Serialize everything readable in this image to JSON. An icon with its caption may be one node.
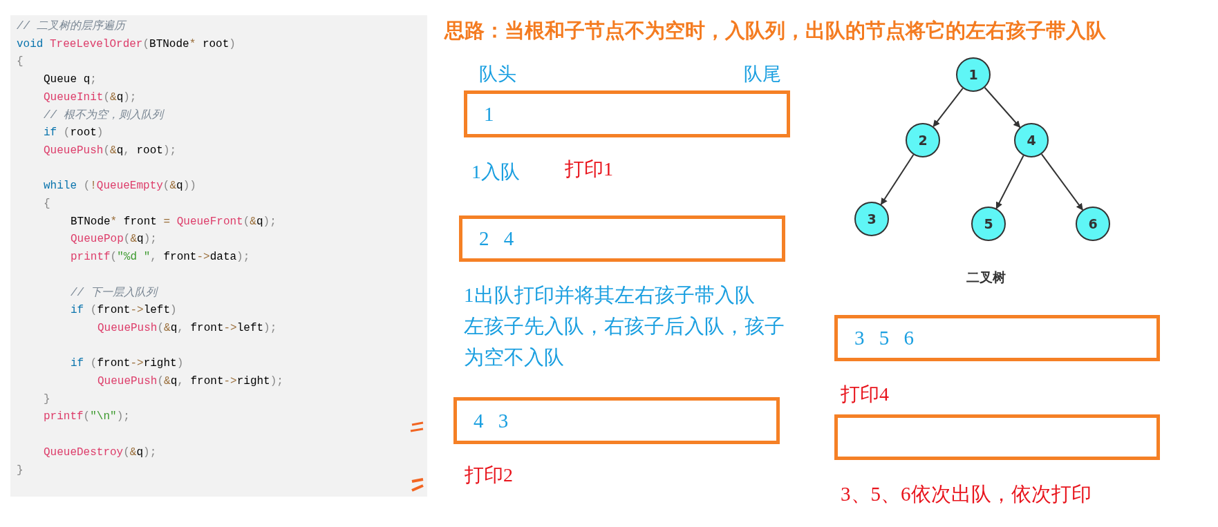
{
  "diagram": {
    "title": "思路：当根和子节点不为空时，入队列，出队的节点将它的左右孩子带入队",
    "nodes": [
      {
        "text": [
          "1"
        ]
      },
      {
        "text": [
          "2 4"
        ]
      },
      {
        "text": [
          "4 3"
        ]
      },
      {
        "text": [
          "1"
        ]
      },
      {
        "text": [
          "2"
        ]
      },
      {
        "text": [
          "4"
        ]
      },
      {
        "text": [
          "3"
        ]
      },
      {
        "text": [
          "5"
        ]
      },
      {
        "text": [
          "6"
        ]
      },
      {
        "text": [
          "3 5 6"
        ]
      },
      {
        "text": [],
        "shape": "box"
      }
    ],
    "edges": [
      {
        "from": 3,
        "to": 4,
        "arrow": "to"
      },
      {
        "from": 3,
        "to": 5,
        "arrow": "to"
      },
      {
        "from": 4,
        "to": 6,
        "arrow": "to"
      },
      {
        "from": 5,
        "to": 7,
        "arrow": "to"
      },
      {
        "from": 5,
        "to": 8,
        "arrow": "to"
      }
    ],
    "labels": [
      "// 二叉树的层序遍历",
      "void TreeLevelOrder(BTNode* root)",
      "{",
      "Queue q;",
      "QueueInit(&q);",
      "// 根不为空，则入队列",
      "if (root)",
      "QueuePush(&q, root);",
      "while (!QueueEmpty(&q))",
      "{",
      "BTNode* front = QueueFront(&q);",
      "QueuePop(&q);",
      "printf(\"%d \", front->data);",
      "// 下一层入队列",
      "if (front->left)",
      "QueuePush(&q, front->left);",
      "if (front->right)",
      "QueuePush(&q, front->right);",
      "}",
      "printf(\"\\n\");",
      "QueueDestroy(&q);",
      "}",
      "队头",
      "队尾",
      "1入队",
      "打印1",
      "1出队打印并将其左右孩子带入队",
      "左孩子先入队，右孩子后入队，孩子为空不入队",
      "打印2",
      "二叉树",
      "打印4",
      "3、5、6依次出队，依次打印"
    ]
  }
}
